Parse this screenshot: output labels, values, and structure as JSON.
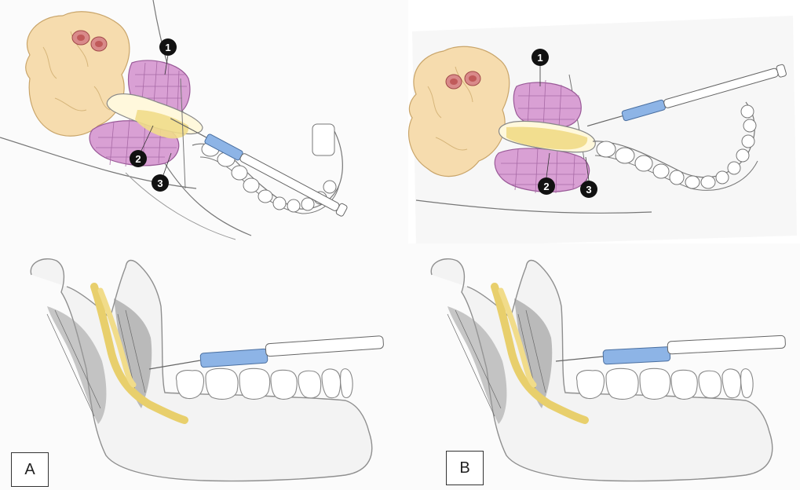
{
  "panels": {
    "axial_left": {
      "markers": [
        "1",
        "2",
        "3"
      ]
    },
    "axial_right": {
      "markers": [
        "1",
        "2",
        "3"
      ]
    }
  },
  "labels": {
    "a": "A",
    "b": "B"
  },
  "colors": {
    "parotid": "#f6dcae",
    "muscle": "#d9a0d4",
    "nerve": "#f1dc8a",
    "syringe_blue": "#8db4e6",
    "bone": "#9a9a9a",
    "pencil": "#555555"
  }
}
